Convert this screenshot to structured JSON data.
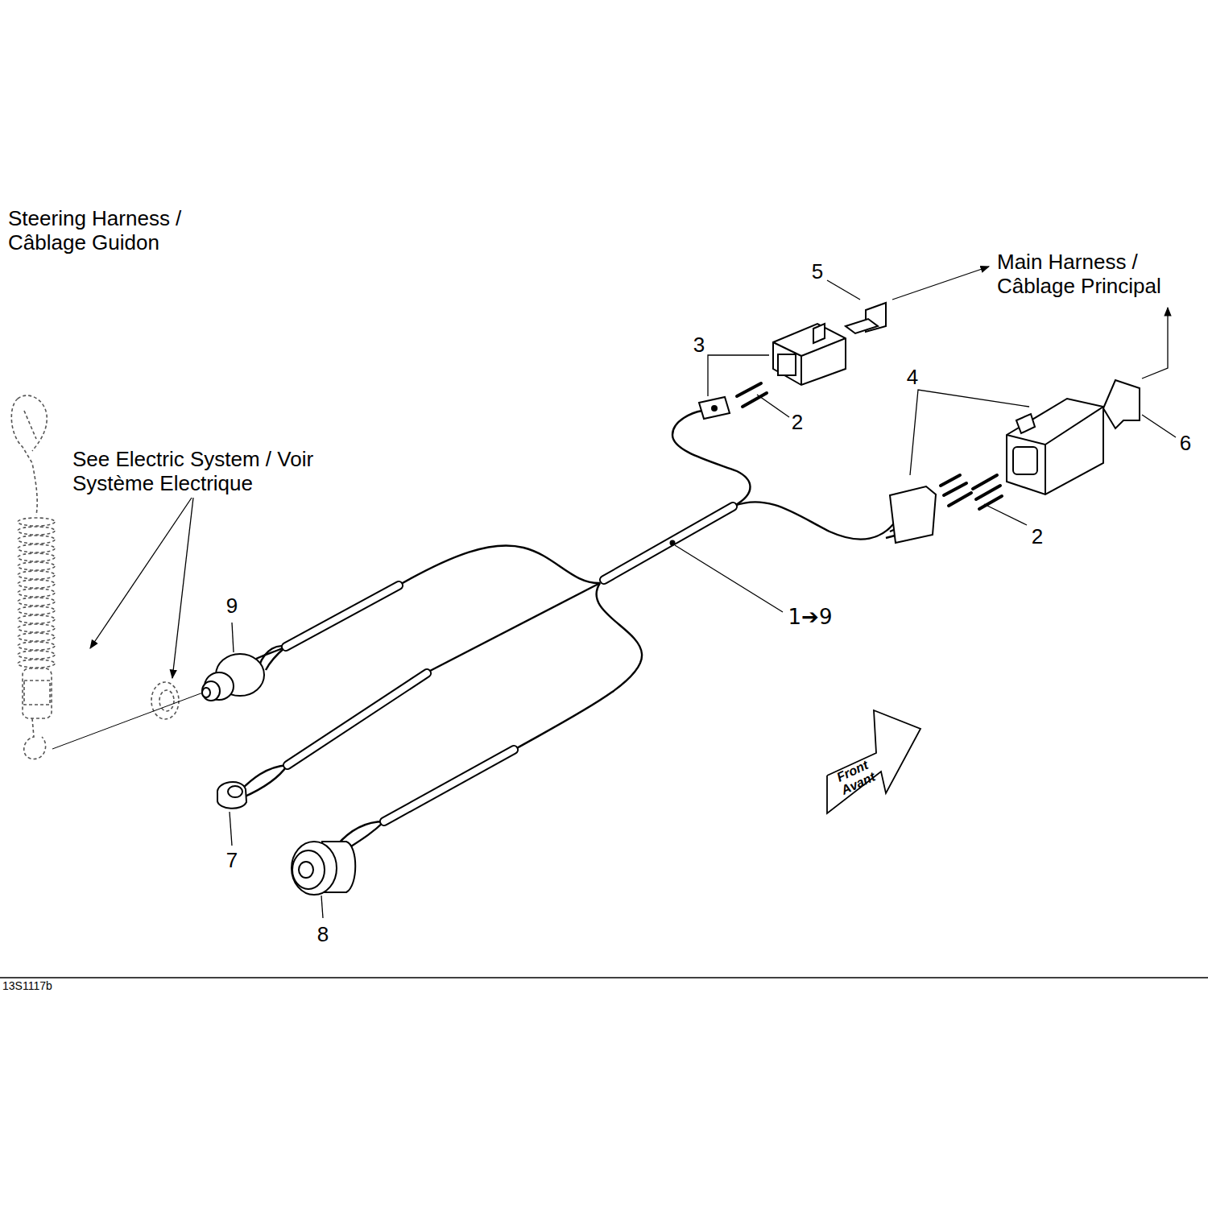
{
  "diagram": {
    "title": "Steering Harness / Câblage Guidon",
    "nodes": [
      {
        "text": [
          "Front Avant"
        ]
      }
    ],
    "labels": [
      "Main Harness / Câblage Principal",
      "See Electric System / Voir Système Electrique",
      "5",
      "3",
      "4",
      "2",
      "6",
      "2",
      "1➔9",
      "9",
      "7",
      "8",
      "13S1117b"
    ]
  }
}
